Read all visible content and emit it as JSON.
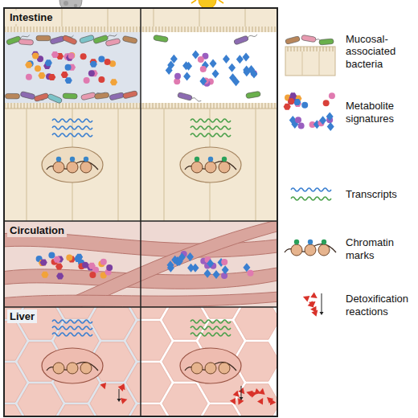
{
  "diagram": {
    "nodes": [
      {
        "text": [
          "Intestine"
        ]
      },
      {
        "text": [
          "Circulation"
        ]
      },
      {
        "text": [
          "Liver"
        ]
      }
    ],
    "legend": [
      {
        "text": "Mucosal-associated bacteria"
      },
      {
        "text": "Metabolite signatures"
      },
      {
        "text": "Transcripts"
      },
      {
        "text": "Chromatin marks"
      },
      {
        "text": "Detoxification reactions"
      }
    ]
  }
}
